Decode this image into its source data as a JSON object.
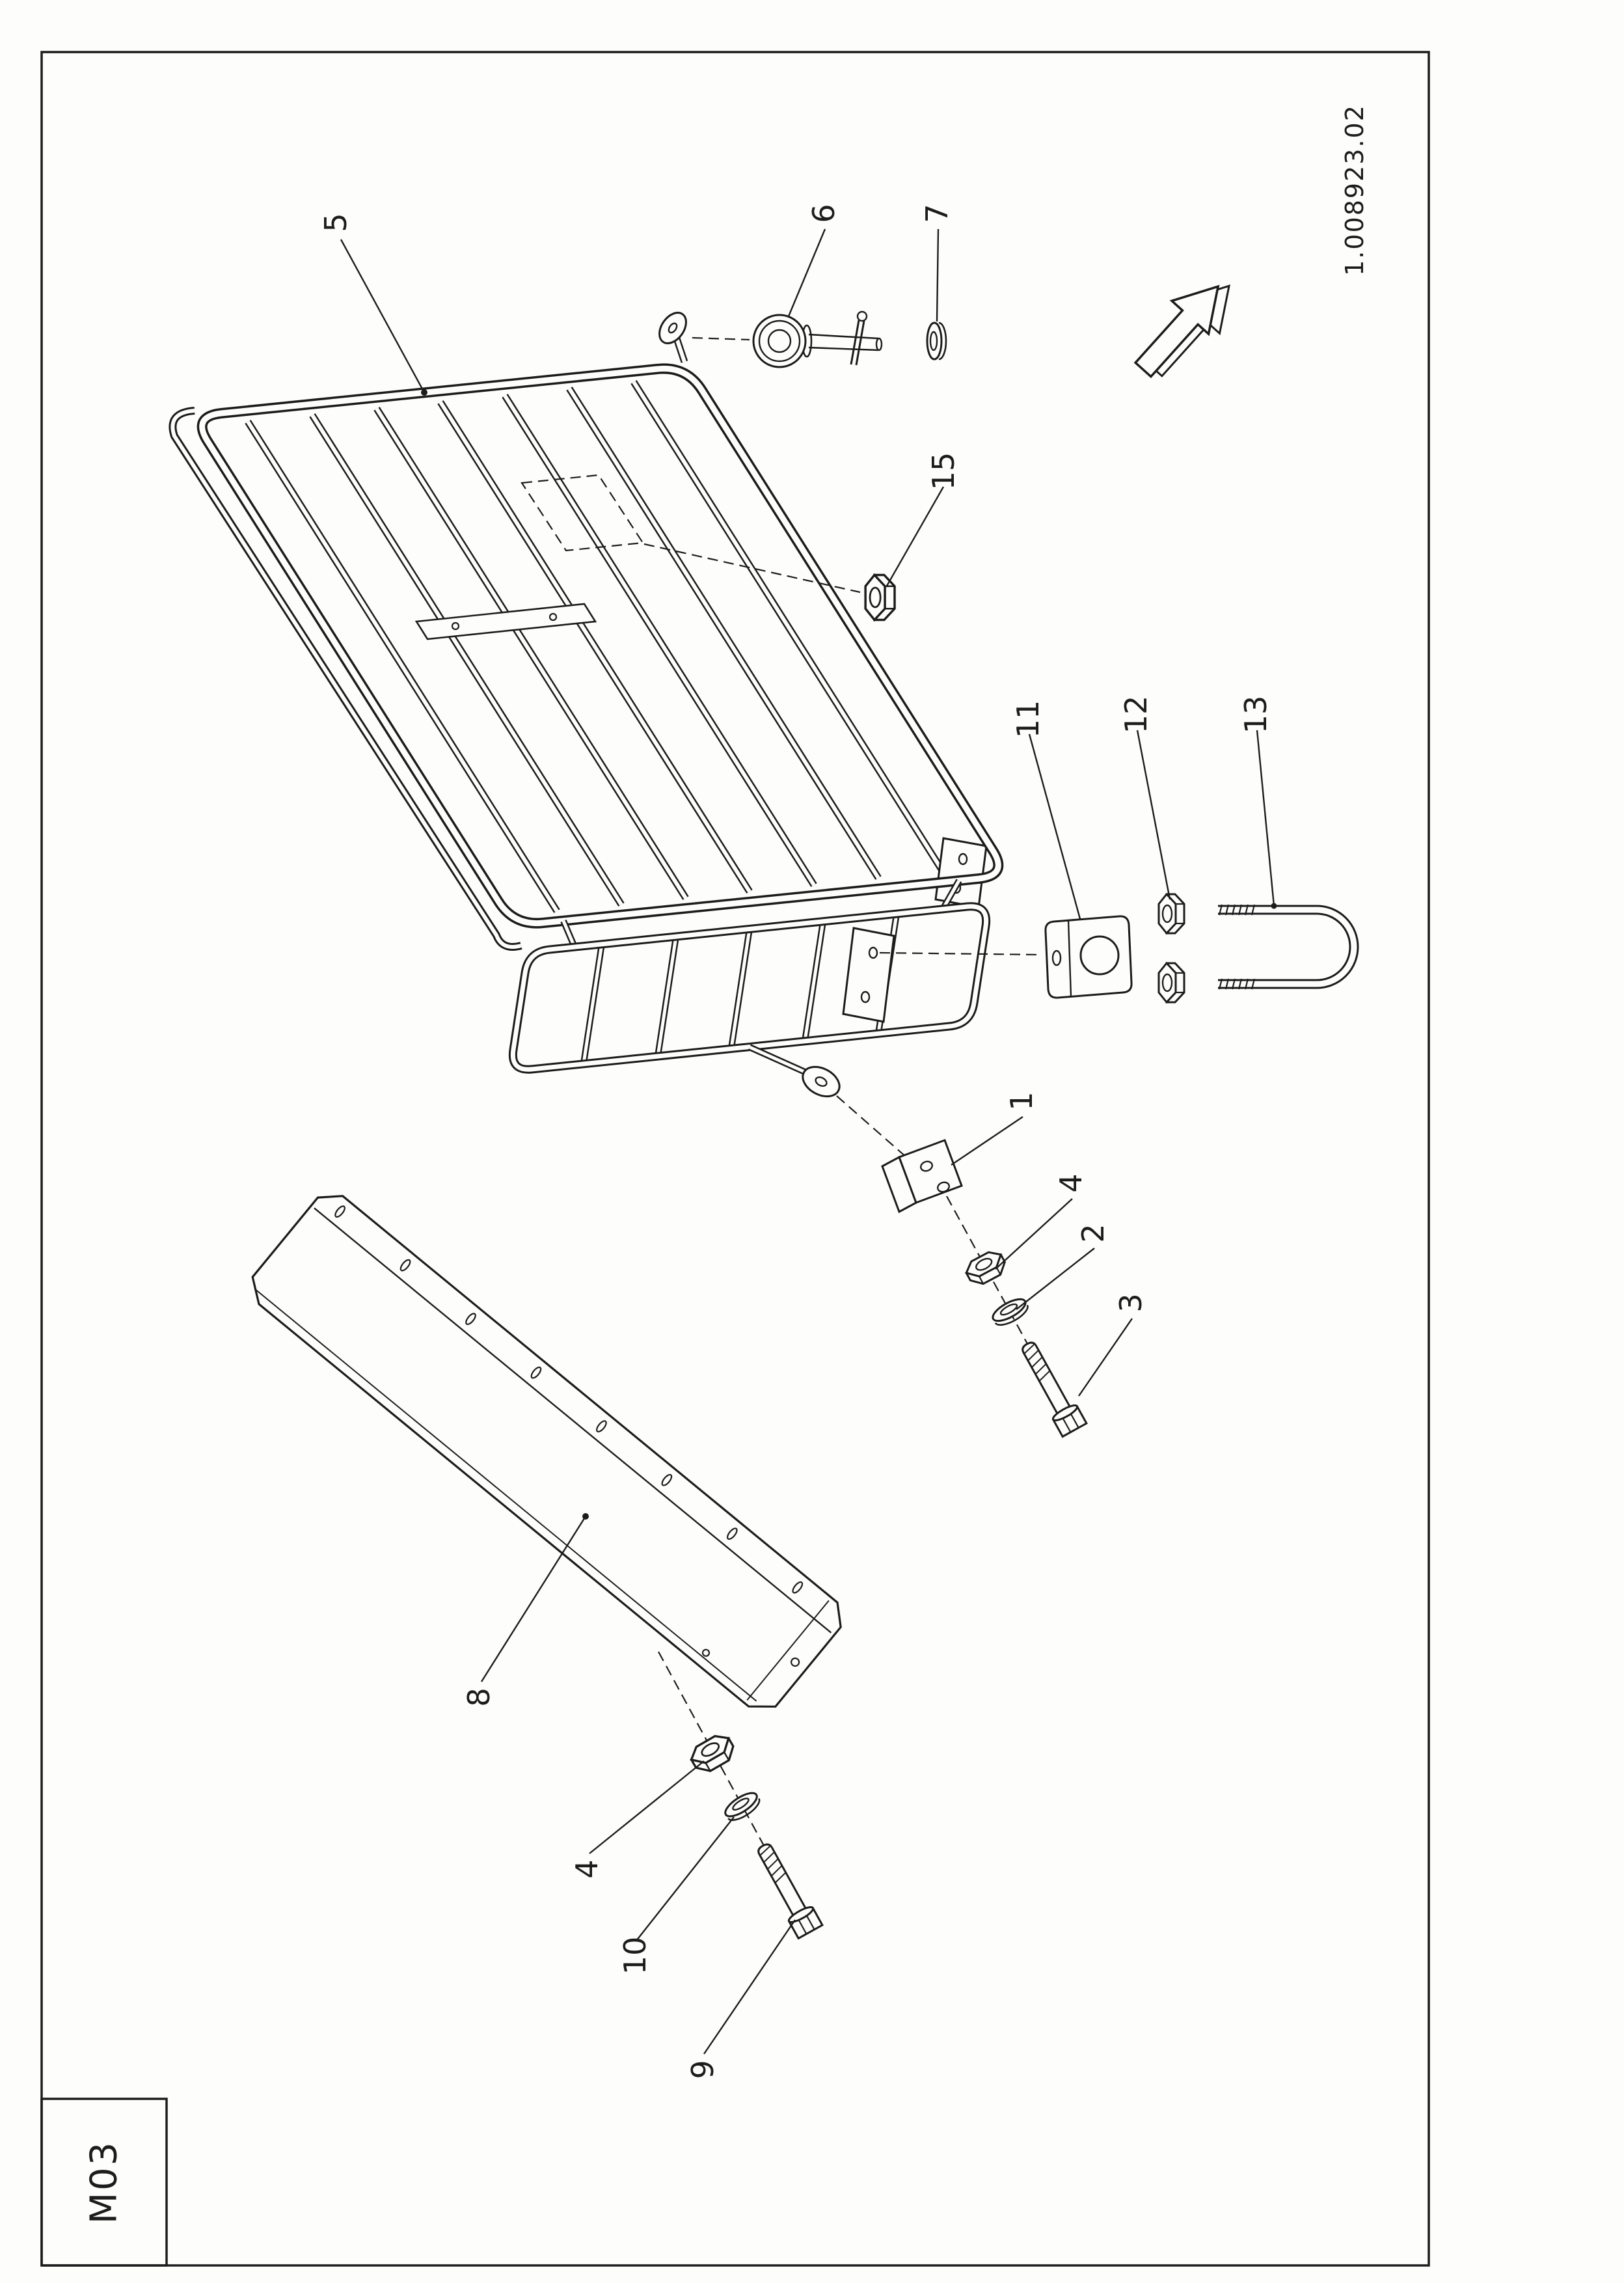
{
  "page": {
    "frame_label": "M03",
    "doc_number": "1.008923.02",
    "paper_color": "#fdfdfc",
    "line_color": "#1c1c1c"
  },
  "drawing": {
    "type": "exploded-parts-diagram",
    "subject": "tubular guard-rail rack with sheet-metal panel, clamp, U-bolt and fastener hardware",
    "callouts": [
      {
        "label": "5"
      },
      {
        "label": "6"
      },
      {
        "label": "7"
      },
      {
        "label": "15"
      },
      {
        "label": "11"
      },
      {
        "label": "12"
      },
      {
        "label": "13"
      },
      {
        "label": "1"
      },
      {
        "label": "4"
      },
      {
        "label": "2"
      },
      {
        "label": "3"
      },
      {
        "label": "8"
      },
      {
        "label": "4"
      },
      {
        "label": "10"
      },
      {
        "label": "9"
      }
    ]
  }
}
